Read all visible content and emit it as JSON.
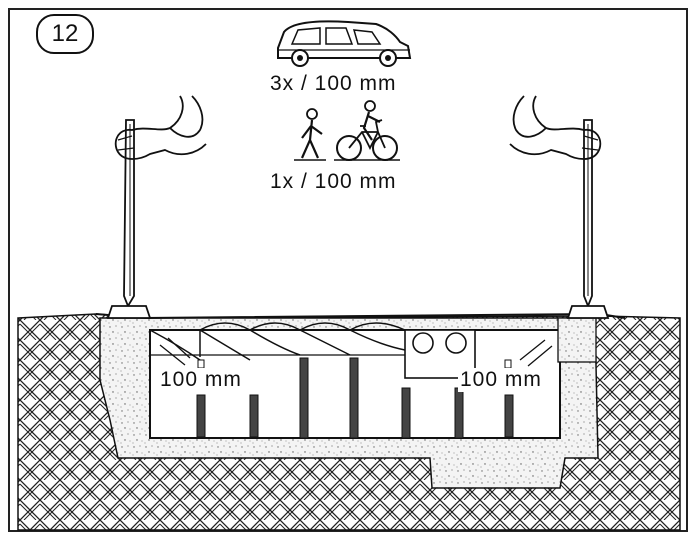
{
  "step": {
    "number": "12"
  },
  "loads": {
    "vehicle_rate": "3x / 100 mm",
    "pedestrian_rate": "1x / 100 mm"
  },
  "depth_labels": {
    "left": "100 mm",
    "right": "100 mm"
  },
  "icons": [
    "car-icon",
    "pedestrian-icon",
    "bicycle-icon",
    "hand-tamper-icon"
  ],
  "colors": {
    "line": "#111111",
    "background": "#ffffff",
    "sand": "#888888"
  }
}
